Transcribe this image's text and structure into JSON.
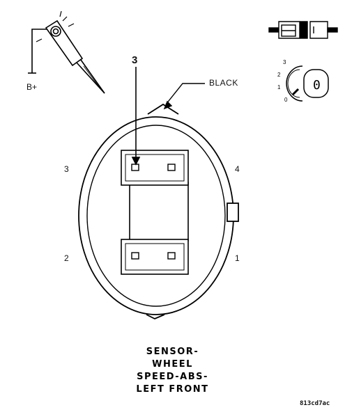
{
  "test_light": {
    "label": "B+"
  },
  "callout": {
    "number": "3"
  },
  "wire_color": "BLACK",
  "pins": {
    "p1": "1",
    "p2": "2",
    "p3": "3",
    "p4": "4"
  },
  "ignition_positions": {
    "pos0": "0",
    "pos1": "1",
    "pos2": "2",
    "pos3": "3"
  },
  "title": {
    "line1": "SENSOR-",
    "line2": "WHEEL",
    "line3": "SPEED-ABS-",
    "line4": "LEFT FRONT"
  },
  "figure_ref": "813cd7ac"
}
